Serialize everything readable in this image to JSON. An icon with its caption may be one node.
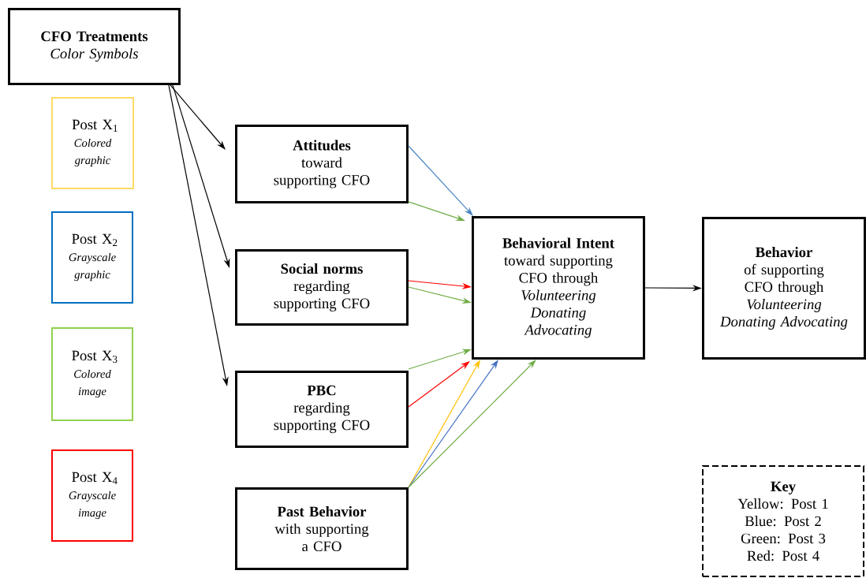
{
  "diagram": {
    "nodes": [
      {
        "text": [
          "CFO Treatments",
          "Color Symbols"
        ]
      },
      {
        "text": [
          "Post X$_{1}$",
          "Colored graphic"
        ]
      },
      {
        "text": [
          "Post X$_{2}$",
          "Grayscale graphic"
        ]
      },
      {
        "text": [
          "Post X$_{3}$",
          "Colored image"
        ]
      },
      {
        "text": [
          "Post X$_{4}$",
          "Grayscale image"
        ]
      },
      {
        "text": [
          "Attitudes",
          "toward supporting CFO"
        ]
      },
      {
        "text": [
          "Social norms",
          "regarding supporting CFO"
        ]
      },
      {
        "text": [
          "PBC",
          "regarding supporting CFO"
        ]
      },
      {
        "text": [
          "Past Behavior",
          "with supporting a CFO"
        ]
      },
      {
        "text": [
          "Behavioral Intent",
          "toward supporting CFO through",
          "Volunteering Donating Advocating"
        ]
      },
      {
        "text": [
          "Behavior",
          "of supporting CFO through",
          "Volunteering Donating Advocating"
        ]
      },
      {
        "text": [
          "Key",
          "Yellow: Post 1",
          "Blue: Post 2",
          "Green: Post 3",
          "Red: Post 4"
        ]
      }
    ],
    "edges": [
      {
        "from": 0,
        "to": 5,
        "arrow": "to"
      },
      {
        "from": 0,
        "to": 6,
        "arrow": "to"
      },
      {
        "from": 0,
        "to": 7,
        "arrow": "to"
      },
      {
        "from": 5,
        "to": 9,
        "arrow": "to",
        "color": "#4a86c5"
      },
      {
        "from": 5,
        "to": 9,
        "arrow": "to",
        "color": "#70ad47"
      },
      {
        "from": 6,
        "to": 9,
        "arrow": "to",
        "color": "#ff0000"
      },
      {
        "from": 6,
        "to": 9,
        "arrow": "to",
        "color": "#70ad47"
      },
      {
        "from": 7,
        "to": 9,
        "arrow": "to",
        "color": "#70ad47"
      },
      {
        "from": 7,
        "to": 9,
        "arrow": "to",
        "color": "#ff0000"
      },
      {
        "from": 8,
        "to": 9,
        "arrow": "to",
        "color": "#ffc000"
      },
      {
        "from": 8,
        "to": 9,
        "arrow": "to",
        "color": "#4472c4"
      },
      {
        "from": 8,
        "to": 9,
        "arrow": "to",
        "color": "#70ad47"
      },
      {
        "from": 9,
        "to": 10,
        "arrow": "to"
      }
    ]
  }
}
